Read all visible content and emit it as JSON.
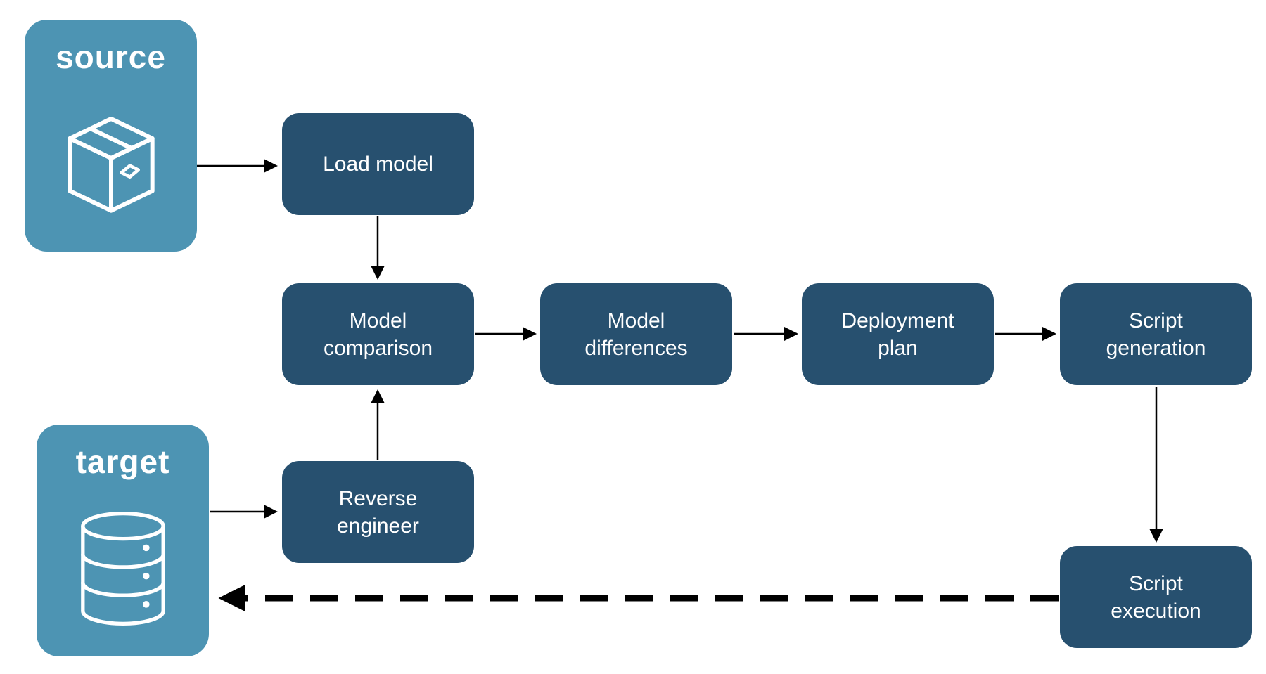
{
  "diagram": {
    "type": "flowchart",
    "nodes": {
      "source": {
        "label": "source",
        "icon": "package-icon",
        "kind": "environment"
      },
      "target": {
        "label": "target",
        "icon": "database-icon",
        "kind": "environment"
      },
      "load_model": {
        "label": "Load model",
        "kind": "step"
      },
      "model_comparison": {
        "label": "Model comparison",
        "kind": "step"
      },
      "model_differences": {
        "label": "Model differences",
        "kind": "step"
      },
      "deployment_plan": {
        "label": "Deployment plan",
        "kind": "step"
      },
      "script_generation": {
        "label": "Script generation",
        "kind": "step"
      },
      "reverse_engineer": {
        "label": "Reverse engineer",
        "kind": "step"
      },
      "script_execution": {
        "label": "Script execution",
        "kind": "step"
      }
    },
    "edges": [
      {
        "from": "source",
        "to": "load_model",
        "style": "solid"
      },
      {
        "from": "load_model",
        "to": "model_comparison",
        "style": "solid"
      },
      {
        "from": "model_comparison",
        "to": "model_differences",
        "style": "solid"
      },
      {
        "from": "model_differences",
        "to": "deployment_plan",
        "style": "solid"
      },
      {
        "from": "deployment_plan",
        "to": "script_generation",
        "style": "solid"
      },
      {
        "from": "script_generation",
        "to": "script_execution",
        "style": "solid"
      },
      {
        "from": "target",
        "to": "reverse_engineer",
        "style": "solid"
      },
      {
        "from": "reverse_engineer",
        "to": "model_comparison",
        "style": "solid"
      },
      {
        "from": "script_execution",
        "to": "target",
        "style": "dashed"
      }
    ],
    "colors": {
      "step_fill": "#27506F",
      "environment_fill": "#4D94B3",
      "text": "#ffffff",
      "arrow": "#000000",
      "background": "#ffffff"
    }
  }
}
